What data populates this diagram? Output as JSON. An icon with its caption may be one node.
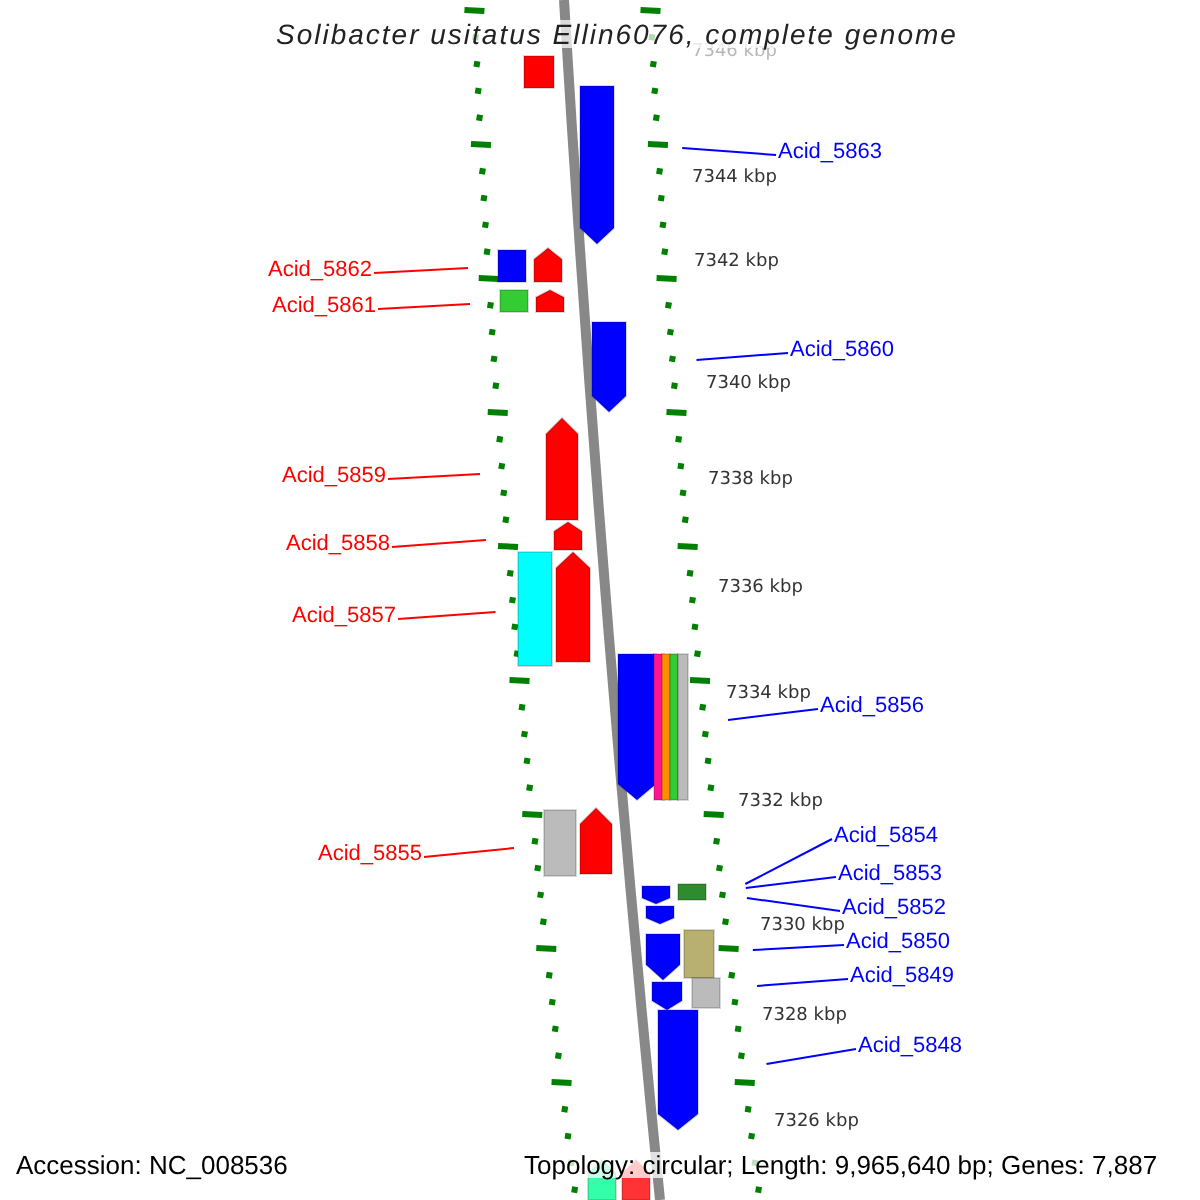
{
  "diagram": {
    "title": "Solibacter usitatus Ellin6076, complete genome",
    "nodes": [
      {
        "text": [
          "Acid_5863"
        ]
      },
      {
        "text": [
          "Acid_5862"
        ]
      },
      {
        "text": [
          "Acid_5861"
        ]
      },
      {
        "text": [
          "Acid_5860"
        ]
      },
      {
        "text": [
          "Acid_5859"
        ]
      },
      {
        "text": [
          "Acid_5858"
        ]
      },
      {
        "text": [
          "Acid_5857"
        ]
      },
      {
        "text": [
          "Acid_5856"
        ]
      },
      {
        "text": [
          "Acid_5855"
        ]
      },
      {
        "text": [
          "Acid_5854"
        ]
      },
      {
        "text": [
          "Acid_5853"
        ]
      },
      {
        "text": [
          "Acid_5852"
        ]
      },
      {
        "text": [
          "Acid_5850"
        ]
      },
      {
        "text": [
          "Acid_5849"
        ]
      },
      {
        "text": [
          "Acid_5848"
        ]
      }
    ],
    "edges": [
      {
        "from": 0,
        "to": null,
        "arrow": "none"
      },
      {
        "from": 1,
        "to": null,
        "arrow": "none",
        "color": "#ff0000"
      },
      {
        "from": 2,
        "to": null,
        "arrow": "none",
        "color": "#ff0000"
      },
      {
        "from": 3,
        "to": null,
        "arrow": "none"
      },
      {
        "from": 4,
        "to": null,
        "arrow": "none",
        "color": "#ff0000"
      },
      {
        "from": 5,
        "to": null,
        "arrow": "none",
        "color": "#ff0000"
      },
      {
        "from": 6,
        "to": null,
        "arrow": "none",
        "color": "#ff0000"
      },
      {
        "from": 7,
        "to": null,
        "arrow": "none"
      },
      {
        "from": 8,
        "to": null,
        "arrow": "none",
        "color": "#ff0000"
      },
      {
        "from": 9,
        "to": null,
        "arrow": "none"
      },
      {
        "from": 10,
        "to": null,
        "arrow": "none"
      },
      {
        "from": 11,
        "to": null,
        "arrow": "none"
      },
      {
        "from": 12,
        "to": null,
        "arrow": "none"
      },
      {
        "from": 13,
        "to": null,
        "arrow": "none"
      },
      {
        "from": 14,
        "to": null,
        "arrow": "none"
      }
    ],
    "labels": [
      "7346 kbp",
      "7344 kbp",
      "7342 kbp",
      "7340 kbp",
      "7338 kbp",
      "7336 kbp",
      "7334 kbp",
      "7332 kbp",
      "7330 kbp",
      "7328 kbp",
      "7326 kbp",
      "Accession: NC_008536",
      "Topology: circular; Length: 9,965,640 bp; Genes: 7,887"
    ]
  }
}
